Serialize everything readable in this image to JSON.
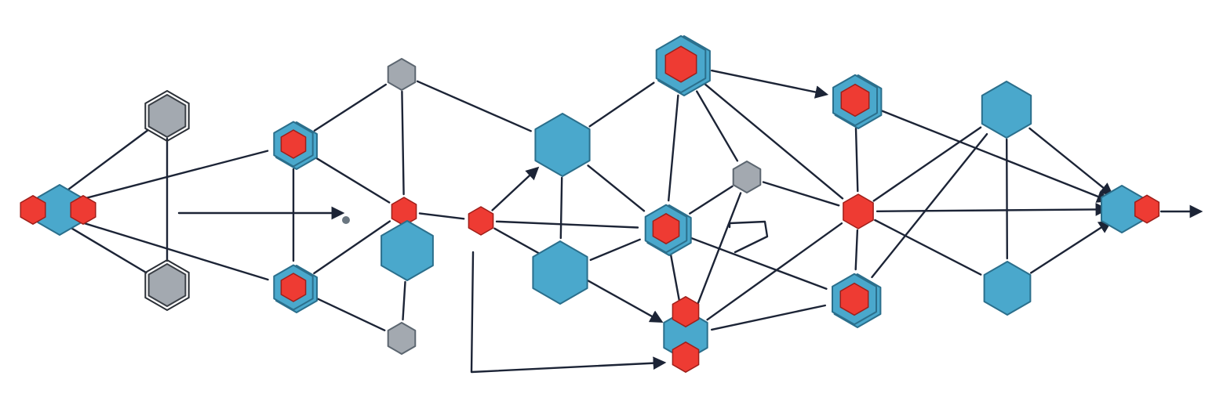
{
  "diagram": {
    "type": "network-graph",
    "colors": {
      "blue": "#4aa8cc",
      "blue_stroke": "#2b6f8c",
      "red": "#ee3b33",
      "gray": "#a3a9b0",
      "edge": "#1c2436",
      "background": "#ffffff"
    },
    "node_kinds": [
      "blue-hexagon",
      "red-hexagon",
      "gray-hexagon",
      "blue-red-cluster"
    ],
    "node_count": 27,
    "edge_count": 52,
    "text_labels": []
  }
}
